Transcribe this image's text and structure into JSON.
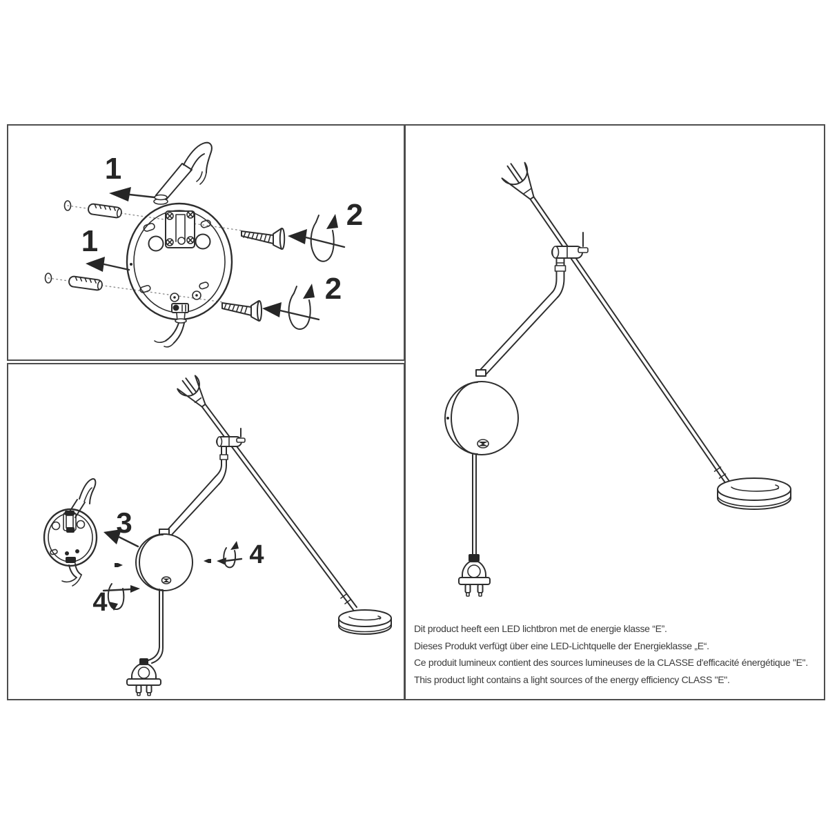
{
  "panel_mounting": {
    "step_insert_plug_top": "1",
    "step_insert_plug_bottom": "1",
    "step_screw_top": "2",
    "step_screw_bottom": "2"
  },
  "panel_attach": {
    "step_attach_lamp": "3",
    "step_set_screw_left": "4",
    "step_set_screw_right": "4"
  },
  "panel_final": {
    "notes": [
      "Dit product heeft een LED lichtbron met de energie klasse “E”.",
      "Dieses Produkt verfügt über eine LED-Lichtquelle der Energieklasse „E“.",
      "Ce produit lumineux contient des sources lumineuses de la CLASSE d'efficacité énergétique \"E\".",
      "This product light contains a light sources of the energy efficiency CLASS \"E\"."
    ]
  },
  "colors": {
    "line": "#2e2e2e",
    "panel_border": "#4d4d4d",
    "background": "#ffffff",
    "text": "#3a3a3a"
  }
}
